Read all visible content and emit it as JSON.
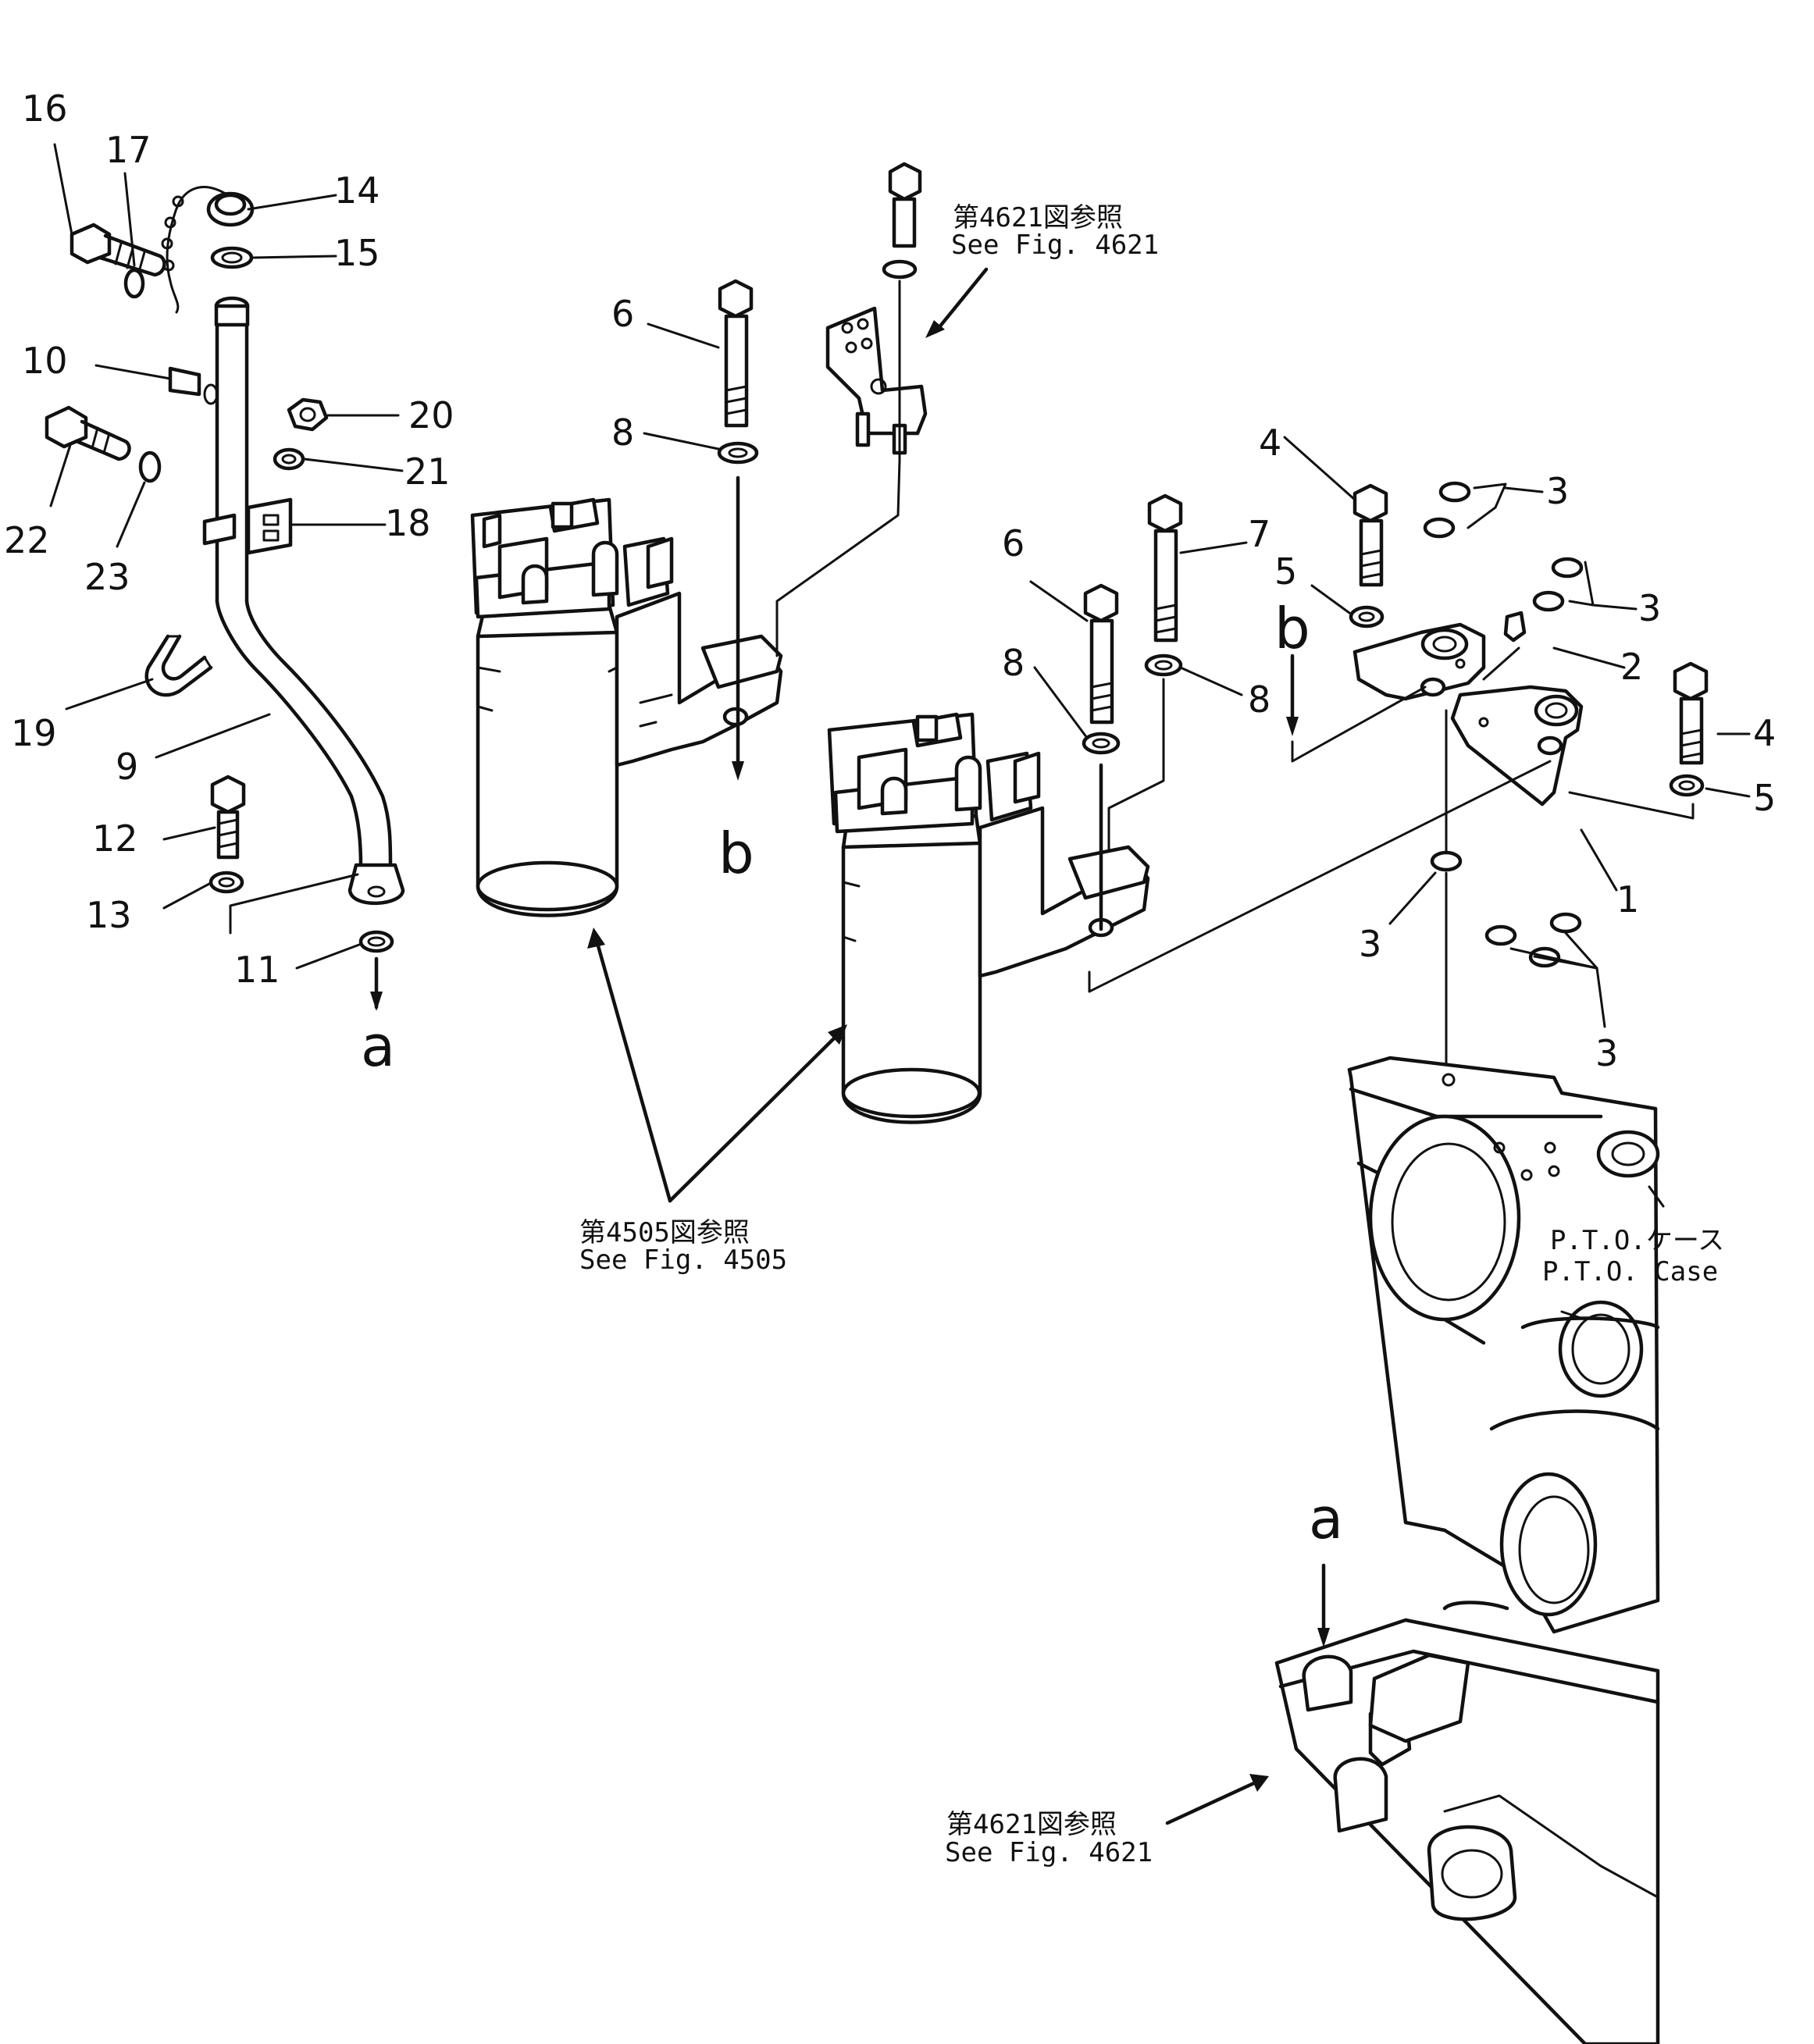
{
  "part_numbers": [
    "1",
    "2",
    "3",
    "3",
    "3",
    "3",
    "4",
    "4",
    "5",
    "5",
    "6",
    "6",
    "7",
    "8",
    "8",
    "8",
    "9",
    "10",
    "11",
    "12",
    "13",
    "14",
    "15",
    "16",
    "17",
    "18",
    "19",
    "20",
    "21",
    "22",
    "23"
  ],
  "callout_letters": [
    "a",
    "a",
    "b",
    "b"
  ],
  "references": {
    "fig4621_top": {
      "ja": "第4621図参照",
      "en": "See Fig. 4621"
    },
    "fig4505": {
      "ja": "第4505図参照",
      "en": "See Fig. 4505"
    },
    "fig4621_bottom": {
      "ja": "第4621図参照",
      "en": "See Fig. 4621"
    }
  },
  "pto_case": {
    "ja": "P.T.O.ケース",
    "en": "P.T.O. Case"
  }
}
